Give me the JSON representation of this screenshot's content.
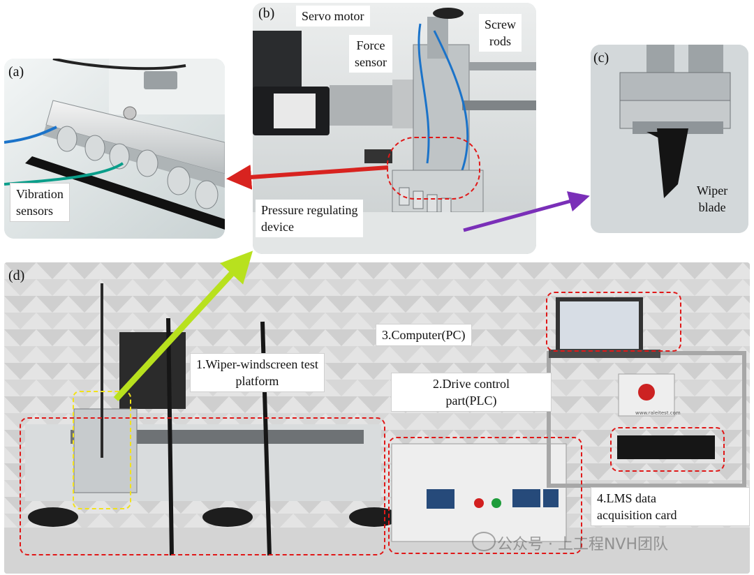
{
  "panels": {
    "a": {
      "label": "(a)",
      "callouts": {
        "vibration": "Vibration\nsensors"
      }
    },
    "b": {
      "label": "(b)",
      "callouts": {
        "servo": "Servo motor",
        "force": "Force\nsensor",
        "screw": "Screw\nrods",
        "pressure": "Pressure regulating\ndevice"
      }
    },
    "c": {
      "label": "(c)",
      "callouts": {
        "wiper": "Wiper\nblade"
      }
    },
    "d": {
      "label": "(d)",
      "callouts": {
        "computer": "3.Computer(PC)",
        "platform": "1.Wiper-windscreen test\nplatform",
        "drive": "2.Drive control\npart(PLC)",
        "lms": "4.LMS data\nacquisition card"
      }
    }
  },
  "device_text": {
    "website": "www.raleitest.com"
  },
  "watermark": {
    "text": "公众号 · 上工程NVH团队"
  },
  "colors": {
    "red_arrow": "#d8231f",
    "purple_arrow": "#7a2fb8",
    "green_arrow": "#b8e11e",
    "red_dash": "#e01818",
    "yellow_dash": "#f2e21a"
  }
}
